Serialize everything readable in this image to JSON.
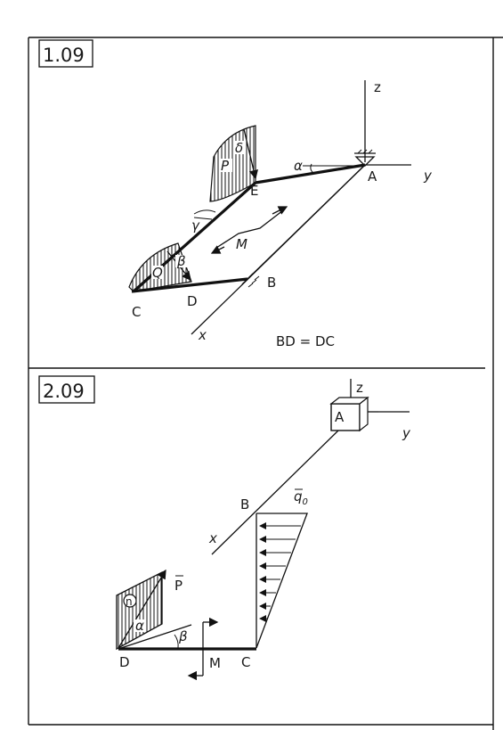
{
  "problems": [
    {
      "number": "1.09",
      "labels": {
        "z": "z",
        "y": "y",
        "x": "x",
        "A": "A",
        "B": "B",
        "C": "C",
        "D": "D",
        "E": "E",
        "P": "P",
        "Q": "Q",
        "M": "M",
        "alpha": "α",
        "beta": "β",
        "gamma": "γ",
        "delta": "δ"
      },
      "condition": "BD = DC"
    },
    {
      "number": "2.09",
      "labels": {
        "z": "z",
        "y": "y",
        "x": "x",
        "A": "A",
        "B": "B",
        "C": "C",
        "D": "D",
        "M": "M",
        "P": "P",
        "q0": "q",
        "q0_sub": "0",
        "n": "n",
        "alpha": "α",
        "beta": "β"
      }
    }
  ]
}
